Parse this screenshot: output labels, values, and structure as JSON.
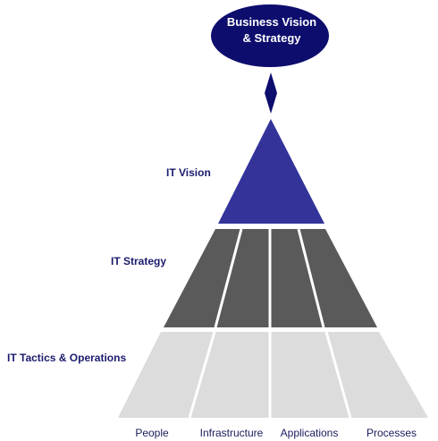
{
  "top": {
    "line1": "Business Vision",
    "line2": "& Strategy"
  },
  "levels": {
    "vision": "IT Vision",
    "strategy": "IT Strategy",
    "tactics": "IT Tactics & Operations"
  },
  "columns": [
    "People",
    "Infrastructure",
    "Applications",
    "Processes"
  ],
  "colors": {
    "oval": "#0d0d6e",
    "vision": "#33339a",
    "strategy": "#5a5a5a",
    "tactics": "#dcdcdc",
    "label_text": "#1b1b6e"
  }
}
